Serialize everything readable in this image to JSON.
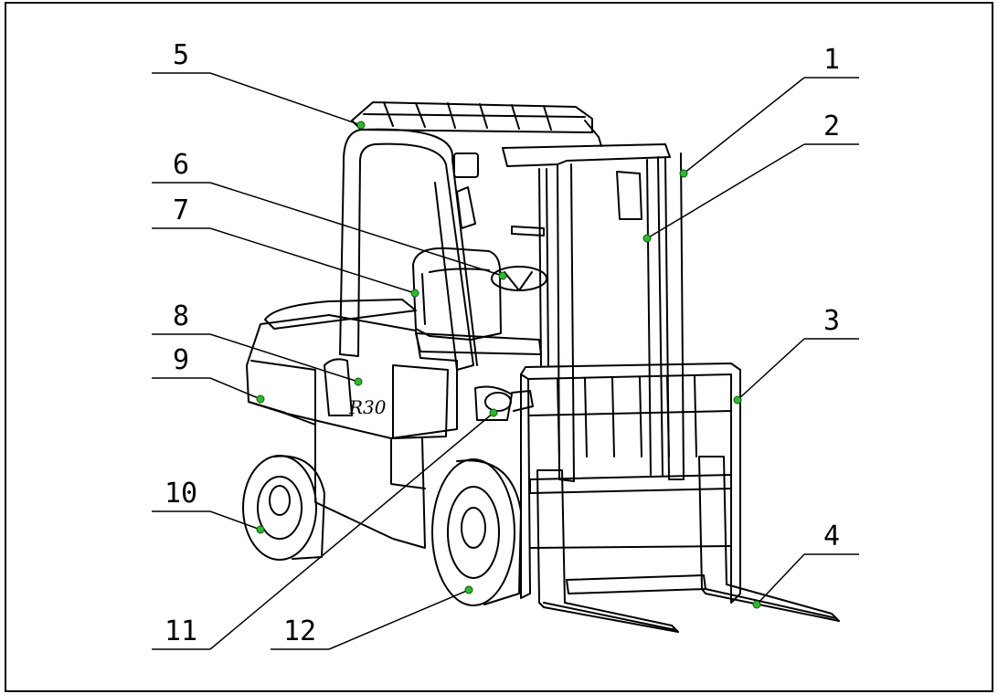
{
  "diagram": {
    "line_color": "#000000",
    "marker_color": "#2fb82f",
    "callouts": [
      {
        "label": "1"
      },
      {
        "label": "2"
      },
      {
        "label": "3"
      },
      {
        "label": "4"
      },
      {
        "label": "5"
      },
      {
        "label": "6"
      },
      {
        "label": "7"
      },
      {
        "label": "8"
      },
      {
        "label": "9"
      },
      {
        "label": "10"
      },
      {
        "label": "11"
      },
      {
        "label": "12"
      }
    ]
  }
}
